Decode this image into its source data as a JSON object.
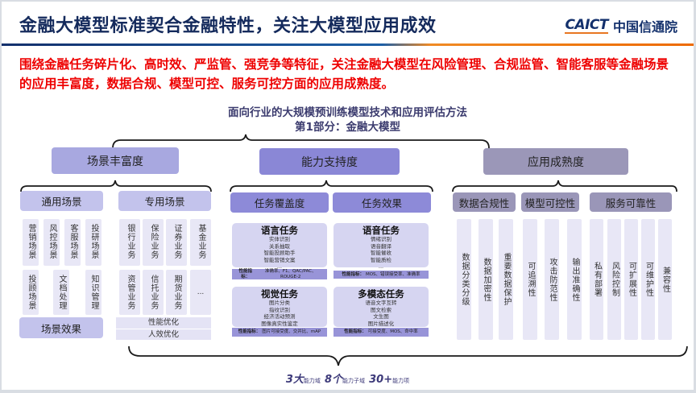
{
  "header": {
    "title": "金融大模型标准契合金融特性，关注大模型应用成效",
    "logo_en": "CAICT",
    "logo_cn": "中国信通院"
  },
  "lead_text": "围绕金融任务碎片化、高时效、严监管、强竞争等特征，关注金融大模型在风险管理、合规监管、智能客服等金融场景的应用丰富度，数据合规、模型可控、服务可控方面的应用成熟度。",
  "diagram": {
    "title_line1": "面向行业的大规模预训练模型技术和应用评估方法",
    "title_line2": "第1部分：金融大模型",
    "domains": [
      {
        "label": "场景丰富度",
        "color": "#a8a8e0",
        "subdomains": [
          {
            "label": "通用场景",
            "items": [
              "营销场景",
              "风控场景",
              "客服场景",
              "投研场景",
              "投顾场景",
              "文档处理",
              "知识管理"
            ]
          },
          {
            "label": "专用场景",
            "items": [
              "银行业务",
              "保险业务",
              "证券业务",
              "基金业务",
              "资管业务",
              "信托业务",
              "期货业务",
              "..."
            ]
          }
        ],
        "effects_label": "场景效果",
        "effects": [
          "性能优化",
          "人效优化"
        ]
      },
      {
        "label": "能力支持度",
        "color": "#8a87d6",
        "subdomains": [
          {
            "label": "任务覆盖度"
          },
          {
            "label": "任务效果"
          }
        ],
        "tasks": [
          {
            "title": "语言任务",
            "items": [
              "实体识别",
              "关系抽取",
              "智能投顾助手",
              "智能营销文案",
              "..."
            ],
            "metric_label": "性能指标：",
            "metric_values": "准确率、F1、QAC/PAC、ROUGE-2"
          },
          {
            "title": "语音任务",
            "items": [
              "情绪识别",
              "语音翻译",
              "智能催收",
              "智能质检",
              "..."
            ],
            "metric_label": "性能指标：",
            "metric_values": "MOS、错误接受率、准确率"
          },
          {
            "title": "视觉任务",
            "items": [
              "图片分类",
              "指纹识别",
              "经济活动预测",
              "图像真实性鉴定",
              "..."
            ],
            "metric_label": "性能指标：",
            "metric_values": "图片可接受度、交并比、mAP"
          },
          {
            "title": "多模态任务",
            "items": [
              "语音文字互转",
              "图文检索",
              "文生图",
              "图片描述化",
              "..."
            ],
            "metric_label": "性能指标：",
            "metric_values": "可接受度、MOS、命中率"
          }
        ]
      },
      {
        "label": "应用成熟度",
        "color": "#9b97b8",
        "subdomains": [
          {
            "label": "数据合规性",
            "items": [
              "数据分类分级",
              "数据加密性",
              "重要数据保护"
            ]
          },
          {
            "label": "模型可控性",
            "items": [
              "可追溯性",
              "攻击防范性",
              "输出准确性"
            ]
          },
          {
            "label": "服务可靠性",
            "items": [
              "私有部署",
              "风险控制",
              "可扩展性",
              "可维护性",
              "兼容性"
            ]
          }
        ]
      }
    ],
    "summary": {
      "n1": "3大",
      "t1": "能力域",
      "n2": "8个",
      "t2": "能力子域",
      "n3": "30+",
      "t3": "能力项"
    }
  }
}
